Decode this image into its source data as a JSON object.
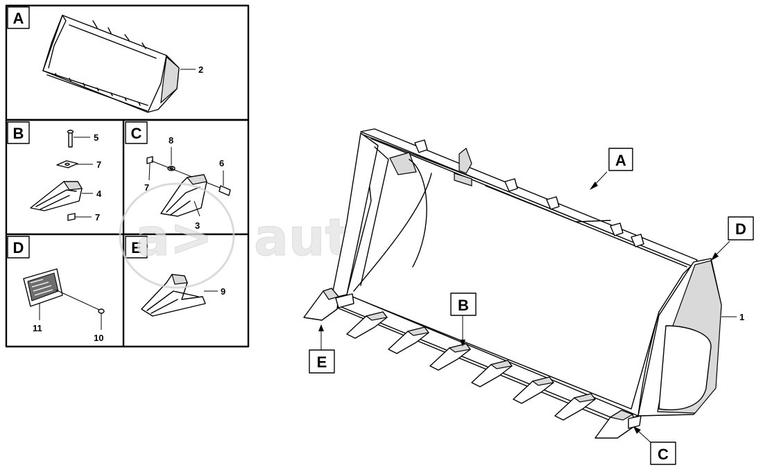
{
  "panels": {
    "A": {
      "label": "A",
      "callouts": [
        "2"
      ]
    },
    "B": {
      "label": "B",
      "callouts": [
        "5",
        "7",
        "4",
        "7"
      ]
    },
    "C": {
      "label": "C",
      "callouts": [
        "8",
        "6",
        "7",
        "3"
      ]
    },
    "D": {
      "label": "D",
      "callouts": [
        "11",
        "10"
      ]
    },
    "E": {
      "label": "E",
      "callouts": [
        "9"
      ]
    }
  },
  "main": {
    "callout_part": "1",
    "detail_markers": [
      "A",
      "B",
      "C",
      "D",
      "E"
    ]
  },
  "watermark": {
    "text": "autopiter.ru",
    "logo_text": "a>"
  }
}
